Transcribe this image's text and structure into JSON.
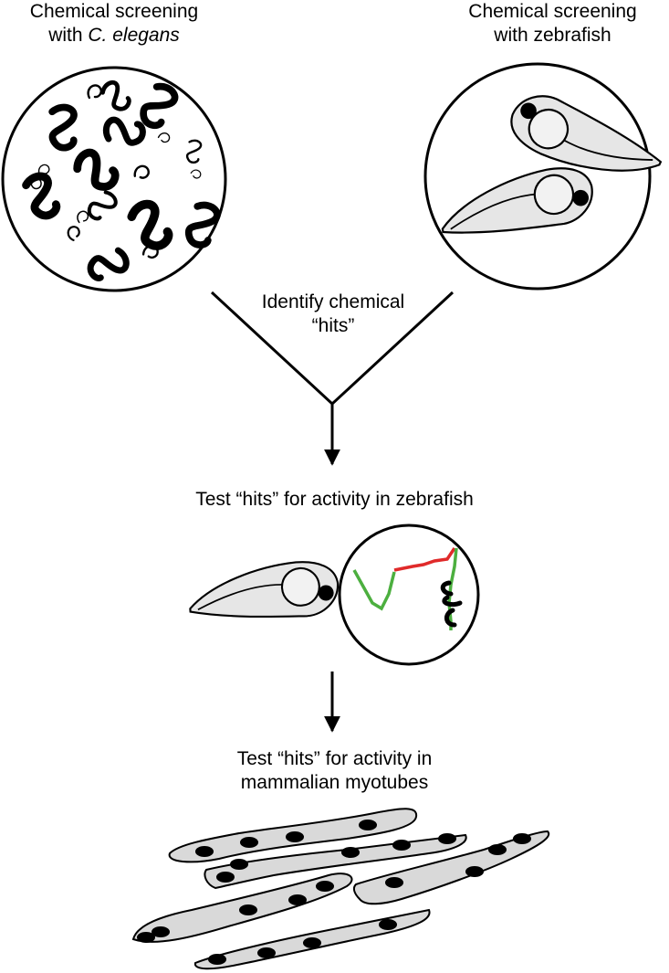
{
  "left_panel": {
    "title_line1": "Chemical screening",
    "title_line2_prefix": "with ",
    "title_line2_italic": "C. elegans"
  },
  "right_panel": {
    "title_line1": "Chemical screening",
    "title_line2": "with zebrafish"
  },
  "step1": {
    "line1": "Identify chemical",
    "line2": "“hits”"
  },
  "step2": {
    "line1": "Test “hits” for activity in zebrafish"
  },
  "step3": {
    "line1": "Test “hits” for activity in",
    "line2": "mammalian myotubes"
  },
  "colors": {
    "ink": "#000000",
    "fish_body": "#e6e6e6",
    "myotube_fill": "#d9d9d9",
    "trace_red": "#e02a2a",
    "trace_green": "#4caf3f"
  }
}
